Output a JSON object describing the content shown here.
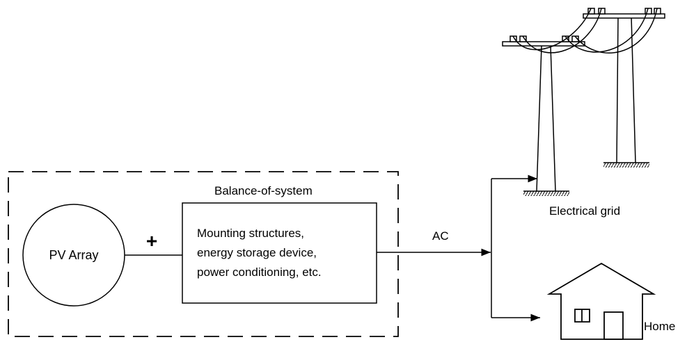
{
  "bos_title": "Balance-of-system",
  "pv_label": "PV Array",
  "plus_symbol": "+",
  "bos_box_lines": [
    "Mounting structures,",
    "energy storage device,",
    "power conditioning, etc."
  ],
  "ac_label": "AC",
  "grid_label": "Electrical grid",
  "home_label": "Home"
}
